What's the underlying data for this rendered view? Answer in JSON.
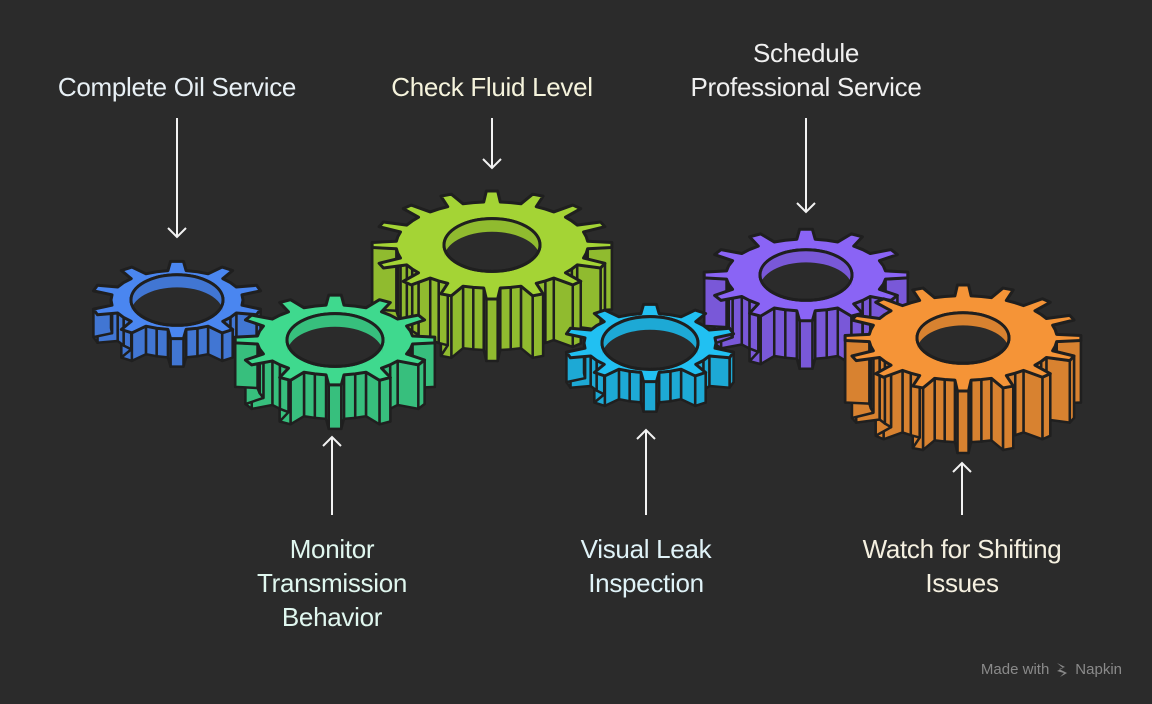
{
  "diagram": {
    "background": "#2b2b2b",
    "stroke": "#1f1f1f",
    "steps": [
      {
        "id": "oil",
        "label": [
          "Complete Oil Service"
        ],
        "color": "#4a86f0",
        "text_color": "#e8f0f5",
        "label_pos": "top"
      },
      {
        "id": "monitor",
        "label": [
          "Monitor",
          "Transmission",
          "Behavior"
        ],
        "color": "#3fd98e",
        "text_color": "#e0f7ef",
        "label_pos": "bottom"
      },
      {
        "id": "fluid",
        "label": [
          "Check Fluid Level"
        ],
        "color": "#a4d435",
        "text_color": "#f5f3dc",
        "label_pos": "top"
      },
      {
        "id": "leak",
        "label": [
          "Visual Leak",
          "Inspection"
        ],
        "color": "#21c0f2",
        "text_color": "#e0f3f8",
        "label_pos": "bottom"
      },
      {
        "id": "pro",
        "label": [
          "Schedule",
          "Professional Service"
        ],
        "color": "#8a64f5",
        "text_color": "#f0f0f0",
        "label_pos": "top"
      },
      {
        "id": "shift",
        "label": [
          "Watch for Shifting",
          "Issues"
        ],
        "color": "#f59437",
        "text_color": "#f5f0e0",
        "label_pos": "bottom"
      }
    ]
  },
  "footer": {
    "made_with": "Made with",
    "brand": "Napkin"
  }
}
